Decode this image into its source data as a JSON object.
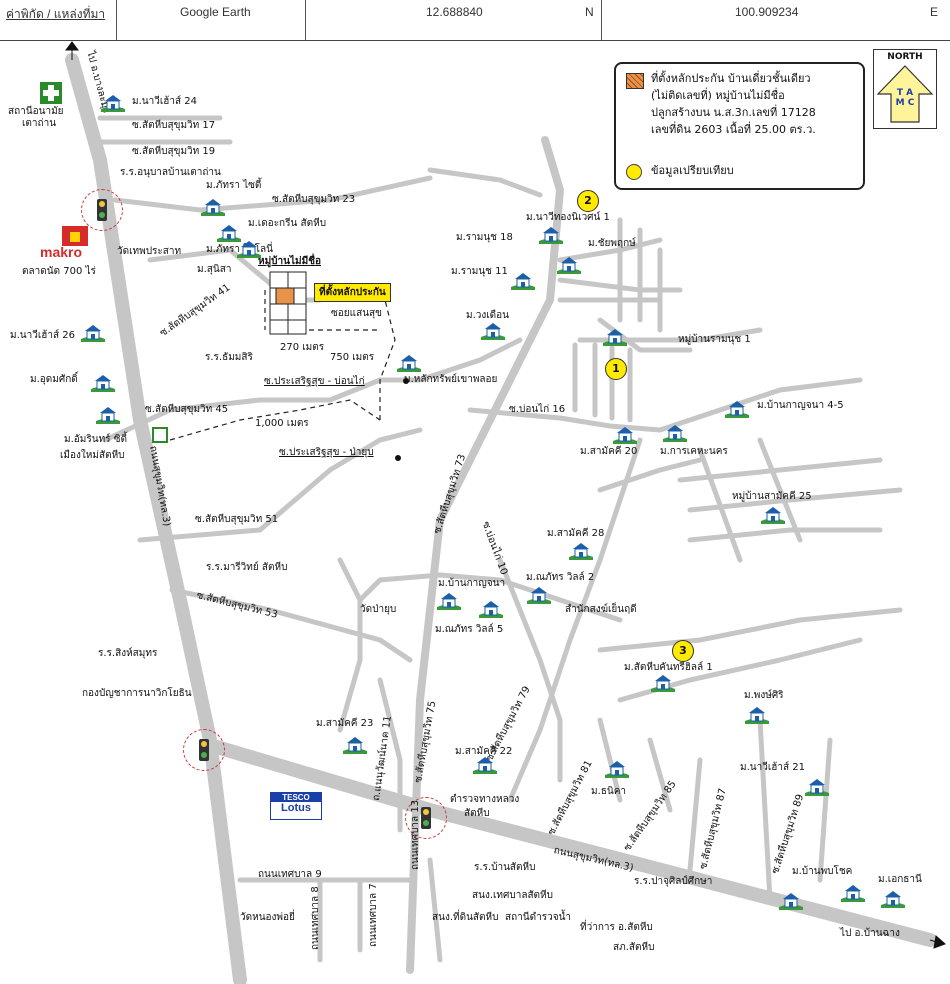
{
  "header": {
    "coord_label": "ค่าพิกัด / แหล่งที่มา",
    "source": "Google Earth",
    "latitude": "12.688840",
    "lat_dir": "N",
    "longitude": "100.909234",
    "lon_dir": "E"
  },
  "legend": {
    "subject_lines": [
      "ที่ตั้งหลักประกัน บ้านเดี่ยวชั้นเดียว",
      "(ไม่ติดเลขที่) หมู่บ้านไม่มีชื่อ",
      "ปลูกสร้างบน น.ส.3ก.เลขที่ 17128",
      "เลขที่ดิน 2603 เนื้อที่ 25.00 ตร.ว."
    ],
    "compare": "ข้อมูลเปรียบเทียบ"
  },
  "north": {
    "north": "NORTH",
    "letters": "T A M C"
  },
  "colors": {
    "road": "#c8c8c8",
    "marker": "#ffea00",
    "subject": "#e8934a",
    "house_roof": "#1a5fa8",
    "grass": "#3a9a3a"
  },
  "comparables": [
    "1",
    "2",
    "3"
  ],
  "subject_tag": "ที่ตั้งหลักประกัน",
  "village_box": "หมู่บ้านไม่มีชื่อ",
  "distances": {
    "d270": "270 เมตร",
    "d750": "750 เมตร",
    "d1000": "1,000 เมตร"
  },
  "roads": {
    "to_bangchang": "ไป อ.บางละมุง",
    "sukh24": "ม.นาวีเฮ้าส์ 24",
    "soi17": "ซ.สัตหีบสุขุมวิท 17",
    "soi19": "ซ.สัตหีบสุขุมวิท 19",
    "soi23": "ซ.สัตหีบสุขุมวิท 23",
    "soi41": "ซ.สัตหีบสุขุมวิท 41",
    "soi45": "ซ.สัตหีบสุขุมวิท 45",
    "soi51": "ซ.สัตหีบสุขุมวิท 51",
    "soi53": "ซ.สัตหีบสุขุมวิท 53",
    "sukhumvit": "ถนนสุขุมวิท(ทล.3)",
    "sukhumvit2": "ถนนสุขุมวิท(ทล.3)",
    "soi73": "ซ.สัตหีบสุขุมวิท 73",
    "soi75": "ซ.สัตหีบสุขุมวิท 75",
    "soi79": "ซ.สัตหีบสุขุมวิท 79",
    "soi81": "ซ.สัตหีบสุขุมวิท 81",
    "soi85": "ซ.สัตหีบสุขุมวิท 85",
    "soi87": "ซ.สัตหีบสุขุมวิท 87",
    "soi89": "ซ.สัตหีบสุขุมวิท 89",
    "bonkai16": "ซ.บ่อนไก่ 16",
    "bonkai10": "ซ.บ่อนไก่ 10",
    "prasert_bonkai": "ซ.ประเสริฐสุข - บ่อนไก่",
    "prasert_payub": "ซ.ประเสริฐสุข - ป่ายุบ",
    "saensuk": "ซอยแสนสุข",
    "nupanit": "ถ.แนนุวัฒน์นาค 11",
    "tessaban13": "ถนนเทศบาล 13",
    "tessaban9": "ถนนเทศบาล 9",
    "tessaban8": "ถนนเทศบาล 8",
    "tessaban7": "ถนนเทศบาล 7",
    "to_banchang": "ไป อ.บ้านฉาง"
  },
  "places": {
    "health": "สถานีอนามัย",
    "health2": "เตาถ่าน",
    "school_taothan": "ร.ร.อนุบาลบ้านเตาถ่าน",
    "wat_tep": "วัดเทพประสาท",
    "makro": "makro",
    "market": "ตลาดนัด 700 ไร่",
    "navy26": "ม.นาวีเฮ้าส์ 26",
    "udomsak": "ม.อุดมศักดิ์",
    "amarin": "ม.อัมรินทร์ ซิตี้",
    "amarin2": "เมืองใหม่สัตหีบ",
    "school_thamsiri": "ร.ร.ธัมมสิริ",
    "school_mari": "ร.ร.มารีวิทย์ สัตหีบ",
    "school_singha": "ร.ร.สิงห์สมุทร",
    "navy_cmd": "กองบัญชาการนาวิกโยธิน",
    "pattara_city": "ม.ภัทรา ไซตี้",
    "kaerin": "ม.เดอะกรีน สัตหีบ",
    "pattara_town": "ม.ภัทรา โฮโลนี่",
    "sunisa": "ม.สุนิสา",
    "namnuch18": "ม.รามนุช 18",
    "namnuch11": "ม.รามนุช 11",
    "navi_thong": "ม.นาวีทองนิเวศน์ 1",
    "chaipruek": "ม.ชัยพฤกษ์",
    "wongduen": "ม.วงเดือน",
    "namnuch1": "หมู่บ้านรามนุช 1",
    "laksap": "ม.หลักทรัพย์เขาพลอย",
    "kanjana45": "ม.บ้านกาญจนา 4-5",
    "sammakkhi20": "ม.สามัคคี 20",
    "karnkeha": "ม.การเคหะนคร",
    "sammakkhi25": "หมู่บ้านสามัคคี 25",
    "sammakkhi28": "ม.สามัคคี 28",
    "kanjana": "ม.บ้านกาญจนา",
    "napat2": "ม.ณภัทร วิลล์ 2",
    "wat_payub": "วัดป่ายุบ",
    "napat5": "ม.ณภัทร วิลล์ 5",
    "samnak": "สำนักสงฆ์เย็นฤดี",
    "sattahip_kantree": "ม.สัตหีบคันทรีฮิลล์ 1",
    "pongsiri": "ม.พงษ์ศิริ",
    "sammakkhi23": "ม.สามัคคี 23",
    "sammakkhi22": "ม.สามัคคี 22",
    "highway_police": "ตำรวจทางหลวง",
    "highway_police2": "สัตหีบ",
    "navy21": "ม.นาวีเฮ้าส์ 21",
    "thanika": "ม.ธนิคา",
    "tesco": "TESCO",
    "lotus": "Lotus",
    "school_bansattahip": "ร.ร.บ้านสัตหีบ",
    "tessaban_office": "สนง.เทศบาลสัตหีบ",
    "land_office": "สนง.ที่ดินสัตหีบ",
    "water_station": "สถานีดำรวจน้ำ",
    "district": "ที่ว่าการ อ.สัตหีบ",
    "school_prachum": "ร.ร.ปาจุศิลป์ศึกษา",
    "wat_nongpo": "วัดหนองพ่อยี่",
    "banphobchoke": "ม.บ้านพบโชค",
    "ekthani": "ม.เอกธานี",
    "post": "สภ.สัตหีบ"
  }
}
